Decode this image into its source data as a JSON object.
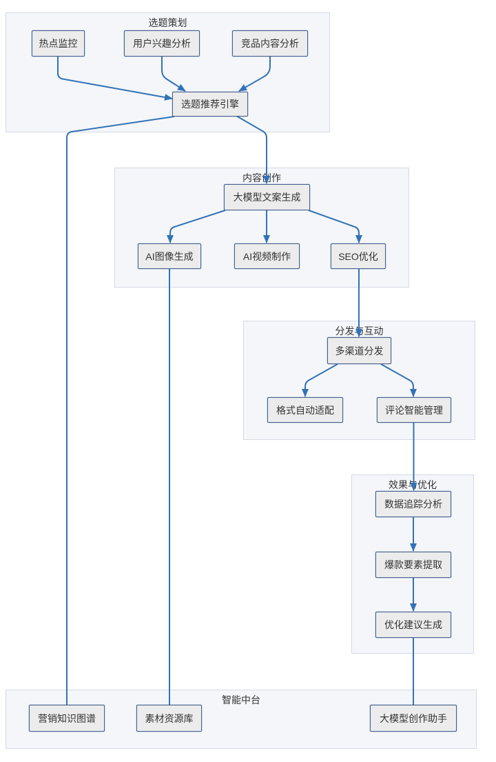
{
  "colors": {
    "edge": "#3272b6",
    "node_fill": "#ececec",
    "node_border": "#47618e",
    "group_fill": "#f4f6fa",
    "group_border": "#d3dae4",
    "text": "#333333"
  },
  "groups": {
    "topic_planning": {
      "label": "选题策划"
    },
    "content_creation": {
      "label": "内容创作"
    },
    "distribution": {
      "label": "分发与互动"
    },
    "optimization": {
      "label": "效果与优化"
    },
    "platform": {
      "label": "智能中台"
    }
  },
  "nodes": {
    "hotspot_monitoring": {
      "label": "热点监控"
    },
    "user_interest_analysis": {
      "label": "用户兴趣分析"
    },
    "competitor_content_analysis": {
      "label": "竞品内容分析"
    },
    "topic_recommendation_engine": {
      "label": "选题推荐引擎"
    },
    "llm_copywriting": {
      "label": "大模型文案生成"
    },
    "ai_image_generation": {
      "label": "AI图像生成"
    },
    "ai_video_production": {
      "label": "AI视频制作"
    },
    "seo_optimization": {
      "label": "SEO优化"
    },
    "multi_channel_distribution": {
      "label": "多渠道分发"
    },
    "format_auto_adaptation": {
      "label": "格式自动适配"
    },
    "comment_smart_management": {
      "label": "评论智能管理"
    },
    "data_tracking_analysis": {
      "label": "数据追踪分析"
    },
    "hit_factor_extraction": {
      "label": "爆款要素提取"
    },
    "optimization_suggestion": {
      "label": "优化建议生成"
    },
    "marketing_knowledge_graph": {
      "label": "营销知识图谱"
    },
    "material_resource_library": {
      "label": "素材资源库"
    },
    "llm_creation_assistant": {
      "label": "大模型创作助手"
    }
  },
  "edges": [
    {
      "from": "hotspot_monitoring",
      "to": "topic_recommendation_engine",
      "directed": true
    },
    {
      "from": "user_interest_analysis",
      "to": "topic_recommendation_engine",
      "directed": true
    },
    {
      "from": "competitor_content_analysis",
      "to": "topic_recommendation_engine",
      "directed": true
    },
    {
      "from": "topic_recommendation_engine",
      "to": "llm_copywriting",
      "directed": true
    },
    {
      "from": "llm_copywriting",
      "to": "ai_image_generation",
      "directed": true
    },
    {
      "from": "llm_copywriting",
      "to": "ai_video_production",
      "directed": true
    },
    {
      "from": "llm_copywriting",
      "to": "seo_optimization",
      "directed": true
    },
    {
      "from": "seo_optimization",
      "to": "multi_channel_distribution",
      "directed": true
    },
    {
      "from": "multi_channel_distribution",
      "to": "format_auto_adaptation",
      "directed": true
    },
    {
      "from": "multi_channel_distribution",
      "to": "comment_smart_management",
      "directed": true
    },
    {
      "from": "comment_smart_management",
      "to": "data_tracking_analysis",
      "directed": true
    },
    {
      "from": "data_tracking_analysis",
      "to": "hit_factor_extraction",
      "directed": true
    },
    {
      "from": "hit_factor_extraction",
      "to": "optimization_suggestion",
      "directed": true
    },
    {
      "from": "topic_recommendation_engine",
      "to": "marketing_knowledge_graph",
      "directed": false
    },
    {
      "from": "ai_image_generation",
      "to": "material_resource_library",
      "directed": false
    },
    {
      "from": "optimization_suggestion",
      "to": "llm_creation_assistant",
      "directed": false
    }
  ]
}
